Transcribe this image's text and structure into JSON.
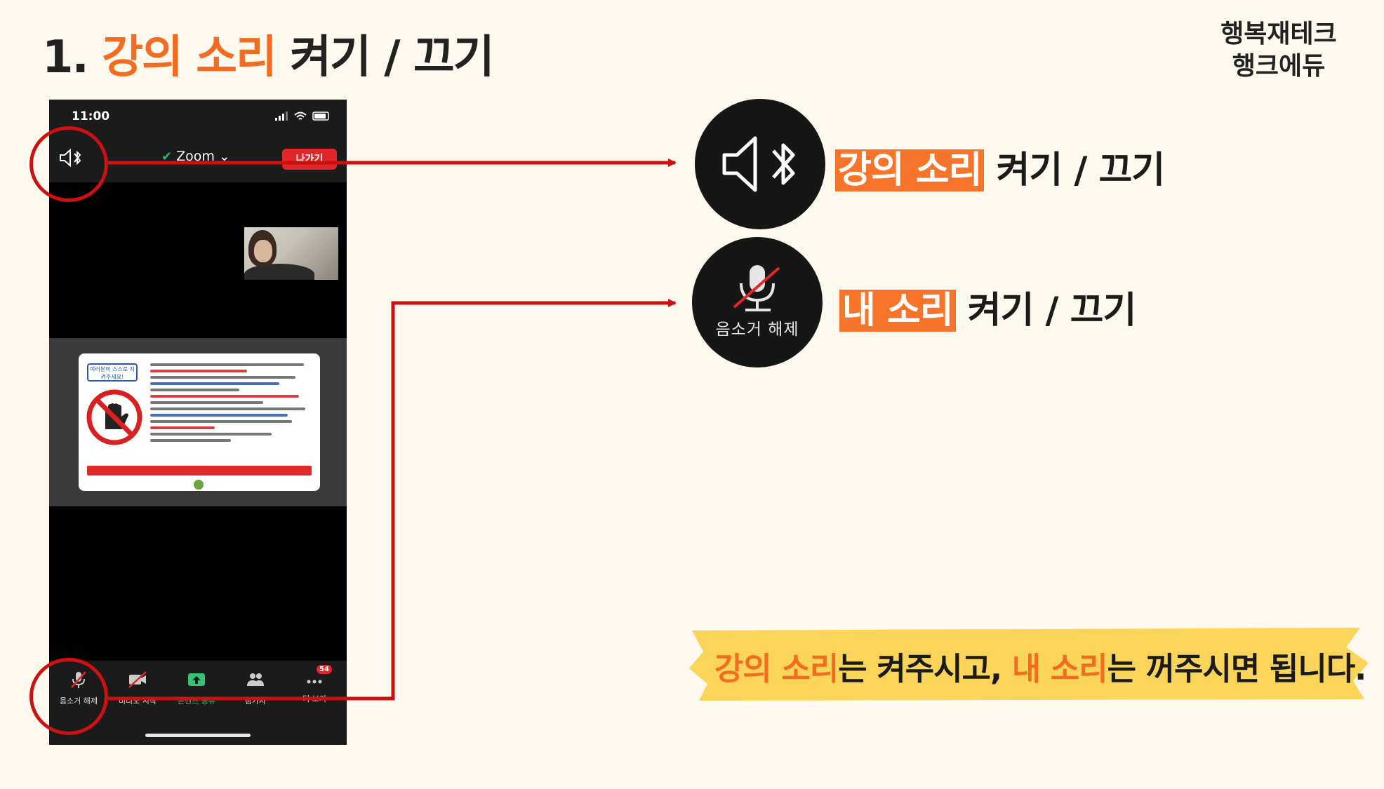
{
  "title": {
    "number": "1.",
    "accent": "강의 소리",
    "rest": "켜기 / 끄기"
  },
  "brand": {
    "line1": "행복재테크",
    "line2": "행크에듀"
  },
  "phone": {
    "status_time": "11:00",
    "meeting_name": "Zoom",
    "leave_label": "나가기",
    "toolbar": [
      {
        "label": "음소거 해제",
        "icon": "mic-muted-icon"
      },
      {
        "label": "비디오 시작",
        "icon": "video-off-icon"
      },
      {
        "label": "콘텐츠 공유",
        "icon": "share-screen-icon"
      },
      {
        "label": "참가자",
        "icon": "participants-icon"
      },
      {
        "label": "더 보기",
        "icon": "more-icon"
      }
    ],
    "participants_badge": "54",
    "slide": {
      "tag": "여러분의 스스로 지켜주세요!"
    }
  },
  "features": [
    {
      "icon": "speaker-bluetooth-icon",
      "highlight": "강의 소리",
      "rest": "켜기  / 끄기"
    },
    {
      "icon": "mic-muted-icon",
      "icon_label": "음소거 해제",
      "highlight": "내 소리",
      "rest": "켜기  / 끄기"
    }
  ],
  "note": {
    "part1": "강의 소리",
    "part2": "는 켜주시고, ",
    "part3": "내 소리",
    "part4": "는 꺼주시면 됩니다."
  },
  "colors": {
    "accent": "#f26d21",
    "highlight_bg": "#f7752a",
    "arrow": "#cc1111",
    "note_bg": "#fbd45a",
    "background": "#fdf9ee"
  }
}
